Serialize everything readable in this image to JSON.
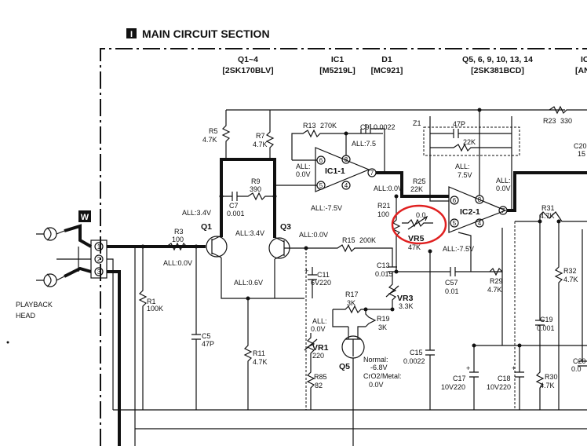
{
  "section": {
    "numeral": "I",
    "title": "MAIN CIRCUIT SECTION"
  },
  "headers": {
    "q1_4": "Q1~4",
    "q1_4_part": "[2SK170BLV]",
    "ic1": "IC1",
    "ic1_part": "[M5219L]",
    "d1": "D1",
    "d1_part": "[MC921]",
    "q5": "Q5, 6, 9, 10, 13, 14",
    "q5_part": "[2SK381BCD]",
    "edge_top": "IC",
    "edge_part": "[AN"
  },
  "connector": {
    "tag": "W",
    "pins": [
      "1",
      "2",
      "3"
    ],
    "label_line1": "PLAYBACK",
    "label_line2": "HEAD"
  },
  "resistors": {
    "r5": "R5",
    "r5v": "4.7K",
    "r7": "R7",
    "r7v": "4.7K",
    "r13": "R13",
    "r13v": "270K",
    "r9": "R9",
    "r9v": "390",
    "r3": "R3",
    "r3v": "100",
    "r1": "R1",
    "r1v": "100K",
    "r15": "R15",
    "r15v": "200K",
    "r17": "R17",
    "r17v": "3K",
    "r19": "R19",
    "r19v": "3K",
    "r11": "R11",
    "r11v": "4.7K",
    "r85": "R85",
    "r85v": "82",
    "r21": "R21",
    "r21v": "100",
    "r25": "R25",
    "r25v": "22K",
    "r23": "R23",
    "r23v": "330",
    "r29": "R29",
    "r29v": "4.7K",
    "r31": "R31",
    "r31v": "4.7K",
    "r32": "R32",
    "r32v": "4.7K",
    "r30": "R30",
    "r30v": "4.7K",
    "z1_r": "22K"
  },
  "capacitors": {
    "c9": "C9",
    "c9v": "0.0022",
    "c7": "C7",
    "c7v": "0.001",
    "c5": "C5",
    "c5v": "47P",
    "c11": "C11",
    "c11v": "6V220",
    "c13": "C13",
    "c13v": "0.015",
    "c15": "C15",
    "c15v": "0.0022",
    "c57": "C57",
    "c57v": "0.01",
    "c17": "C17",
    "c17v": "10V220",
    "c18": "C18",
    "c18v": "10V220",
    "c19": "C19",
    "c19v": "0.001",
    "c20": "C20",
    "c20v": "0.0",
    "c201": "C20",
    "c201v": "15",
    "z1": "Z1",
    "z1_c": "47P"
  },
  "pots": {
    "vr1": "VR1",
    "vr1v": "220",
    "vr3": "VR3",
    "vr3v": "3.3K",
    "vr5": "VR5",
    "vr5v": "47K"
  },
  "transistors": {
    "q1": "Q1",
    "q3": "Q3",
    "q5": "Q5"
  },
  "ics": {
    "ic1_1": "IC1-1",
    "ic2_1": "IC2-1",
    "pins": {
      "p6": "6",
      "p8": "8",
      "p7": "7",
      "p5": "5",
      "p4": "4"
    }
  },
  "voltages": {
    "all_0v": "ALL:0.0V",
    "all_0v_a": "ALL:",
    "all_0v_b": "0.0V",
    "all_3_4v": "ALL:3.4V",
    "all_0_6v": "ALL:0.6V",
    "all_7_5v": "ALL:7.5",
    "all_7_5v_b": "ALL:",
    "all_7_5v_c": "7.5V",
    "all_m7_5v": "ALL:-7.5V",
    "all_0_0": "0.0",
    "normal": "Normal:",
    "normal_v": "-6.8V",
    "crmetal": "CrO2/Metal:",
    "crmetal_v": "0.0V"
  }
}
